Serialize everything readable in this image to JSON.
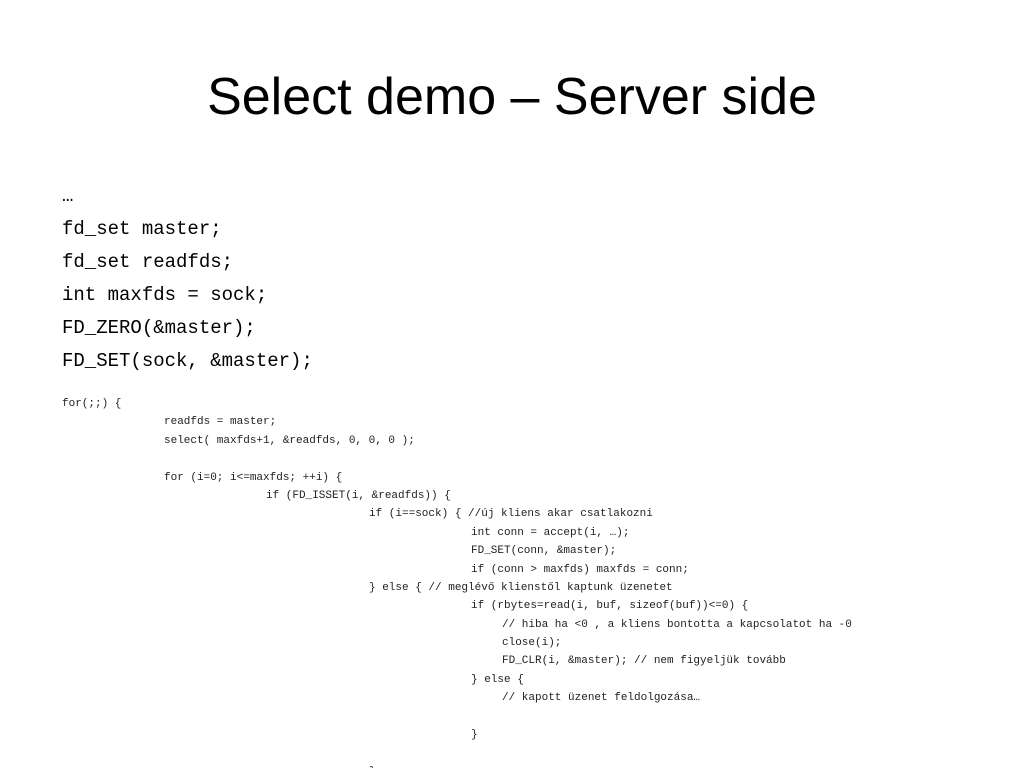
{
  "slide": {
    "title": "Select demo – Server side",
    "bullets": [
      "…",
      "fd_set master;",
      "fd_set readfds;",
      "int maxfds = sock;",
      "FD_ZERO(&master);",
      "FD_SET(sock, &master);"
    ],
    "code_lines": [
      {
        "indent": 0,
        "text": "for(;;) {"
      },
      {
        "indent": 1,
        "text": "readfds = master;"
      },
      {
        "indent": 1,
        "text": "select( maxfds+1, &readfds, 0, 0, 0 );"
      },
      {
        "indent": 0,
        "text": ""
      },
      {
        "indent": 1,
        "text": "for (i=0; i<=maxfds; ++i) {"
      },
      {
        "indent": 2,
        "text": "if (FD_ISSET(i, &readfds)) {"
      },
      {
        "indent": 3,
        "text": "if (i==sock) { //új kliens akar csatlakozni"
      },
      {
        "indent": 4,
        "text": "int conn = accept(i, …);"
      },
      {
        "indent": 4,
        "text": "FD_SET(conn, &master);"
      },
      {
        "indent": 4,
        "text": "if (conn > maxfds) maxfds = conn;"
      },
      {
        "indent": 3,
        "text": "} else { // meglévő klienstől kaptunk üzenetet"
      },
      {
        "indent": 4,
        "text": "if (rbytes=read(i, buf, sizeof(buf))<=0) {"
      },
      {
        "indent": 5,
        "text": "// hiba ha <0 , a kliens bontotta a kapcsolatot ha -0"
      },
      {
        "indent": 5,
        "text": "close(i);"
      },
      {
        "indent": 5,
        "text": "FD_CLR(i, &master); // nem figyeljük tovább"
      },
      {
        "indent": 4,
        "text": "} else {"
      },
      {
        "indent": 5,
        "text": "// kapott üzenet feldolgozása…"
      },
      {
        "indent": 0,
        "text": ""
      },
      {
        "indent": 4,
        "text": "}"
      },
      {
        "indent": 0,
        "text": ""
      },
      {
        "indent": 3,
        "text": "}"
      }
    ]
  }
}
